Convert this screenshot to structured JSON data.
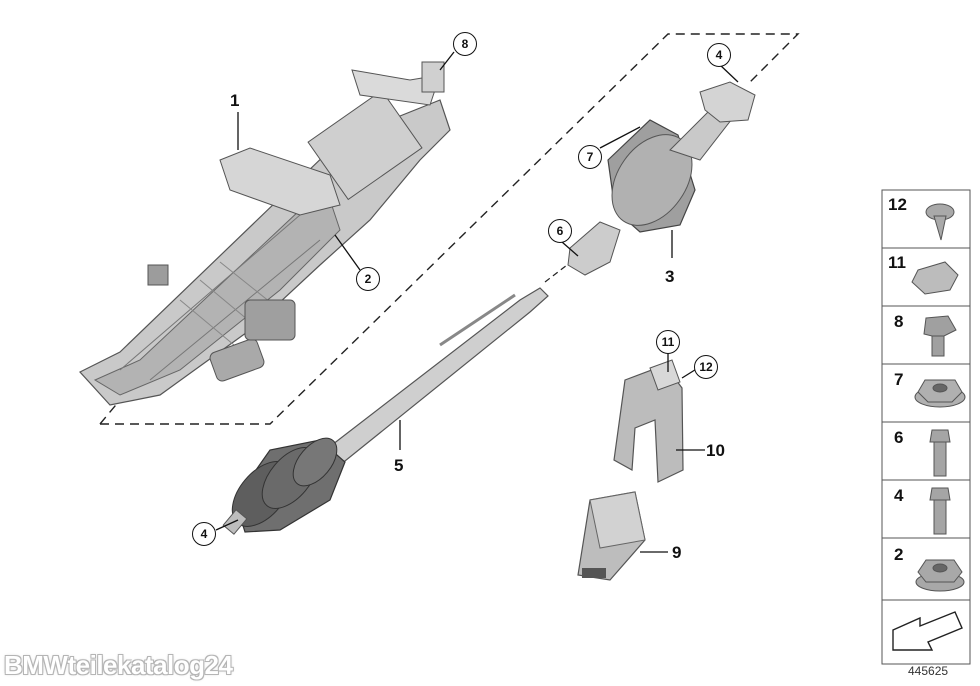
{
  "diagram": {
    "part_labels": {
      "p1": "1",
      "p3": "3",
      "p5": "5",
      "p9": "9",
      "p10": "10"
    },
    "callouts": {
      "c8": "8",
      "c2": "2",
      "c4_top": "4",
      "c7": "7",
      "c6": "6",
      "c4_bottom": "4",
      "c11": "11",
      "c12": "12"
    }
  },
  "legend": {
    "items": [
      "12",
      "11",
      "8",
      "7",
      "6",
      "4",
      "2"
    ]
  },
  "watermark": "BMWteilekatalog24",
  "document_number": "445625"
}
